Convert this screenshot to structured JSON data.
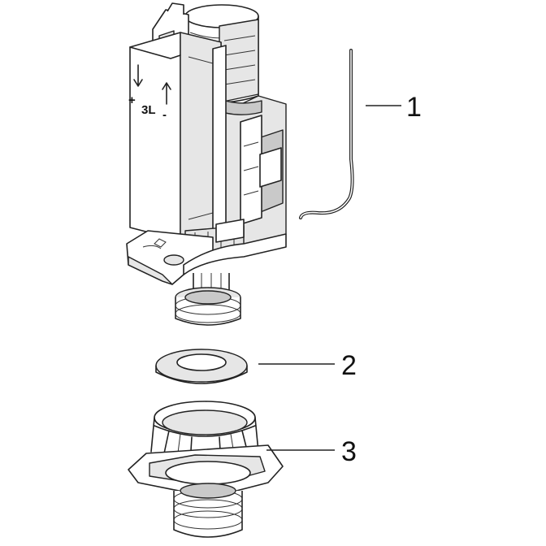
{
  "callouts": [
    {
      "id": "1",
      "label": "1"
    },
    {
      "id": "2",
      "label": "2"
    },
    {
      "id": "3",
      "label": "3"
    }
  ],
  "markings": {
    "volume": "3L",
    "plus": "+",
    "minus": "-"
  }
}
